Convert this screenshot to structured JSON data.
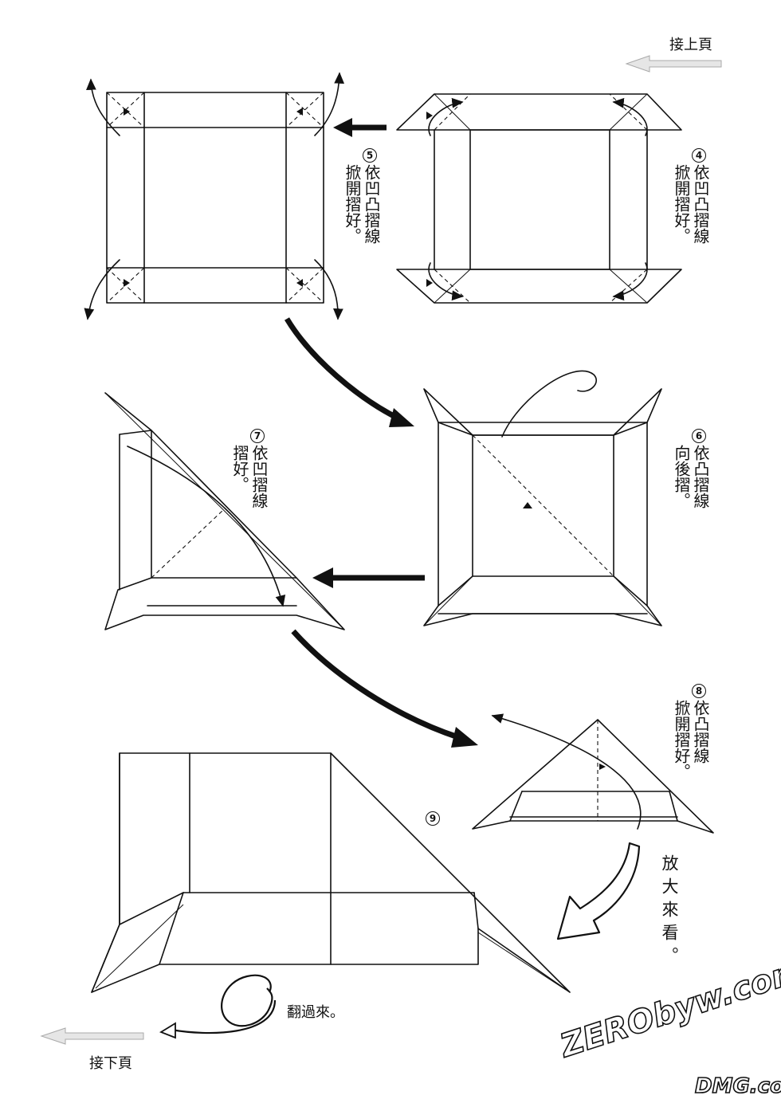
{
  "header": {
    "continue_from_label": "接上頁"
  },
  "footer": {
    "continue_to_label": "接下頁"
  },
  "steps": [
    {
      "num": "4",
      "lines": [
        "依凹凸摺線",
        "掀開摺好。"
      ]
    },
    {
      "num": "5",
      "lines": [
        "依凹凸摺線",
        "掀開摺好。"
      ]
    },
    {
      "num": "6",
      "lines": [
        "依凸摺線",
        "向後摺。"
      ]
    },
    {
      "num": "7",
      "lines": [
        "依凹摺線",
        "摺好。"
      ]
    },
    {
      "num": "8",
      "lines": [
        "依凸摺線",
        "掀開摺好。"
      ]
    },
    {
      "num": "9",
      "lines": []
    }
  ],
  "notes": {
    "enlarge": "放大來看。",
    "flip": "翻過來。"
  },
  "watermark": {
    "main": "ZERObyw.com",
    "sub": "DMG.com"
  }
}
